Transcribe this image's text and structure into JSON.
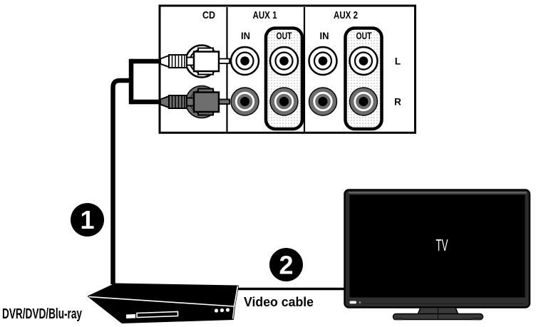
{
  "panel": {
    "sections": [
      {
        "label": "CD"
      },
      {
        "label": "AUX 1"
      },
      {
        "label": "AUX 2"
      }
    ],
    "jack_columns": {
      "in": "IN",
      "out": "OUT"
    },
    "channels": {
      "left": "L",
      "right": "R"
    }
  },
  "callouts": {
    "step1": "1",
    "step2": "2"
  },
  "devices": {
    "source": {
      "label": "DVR/DVD/Blu-ray"
    },
    "tv": {
      "label": "TV"
    }
  },
  "cables": {
    "video": {
      "label": "Video cable"
    }
  },
  "colors": {
    "ink": "#000000",
    "connector_gray": "#6e6e6e",
    "stipple_dot": "#aaaaaa",
    "tv_frame": "#2d2d2d",
    "tv_stand": "#3a3a3a"
  }
}
